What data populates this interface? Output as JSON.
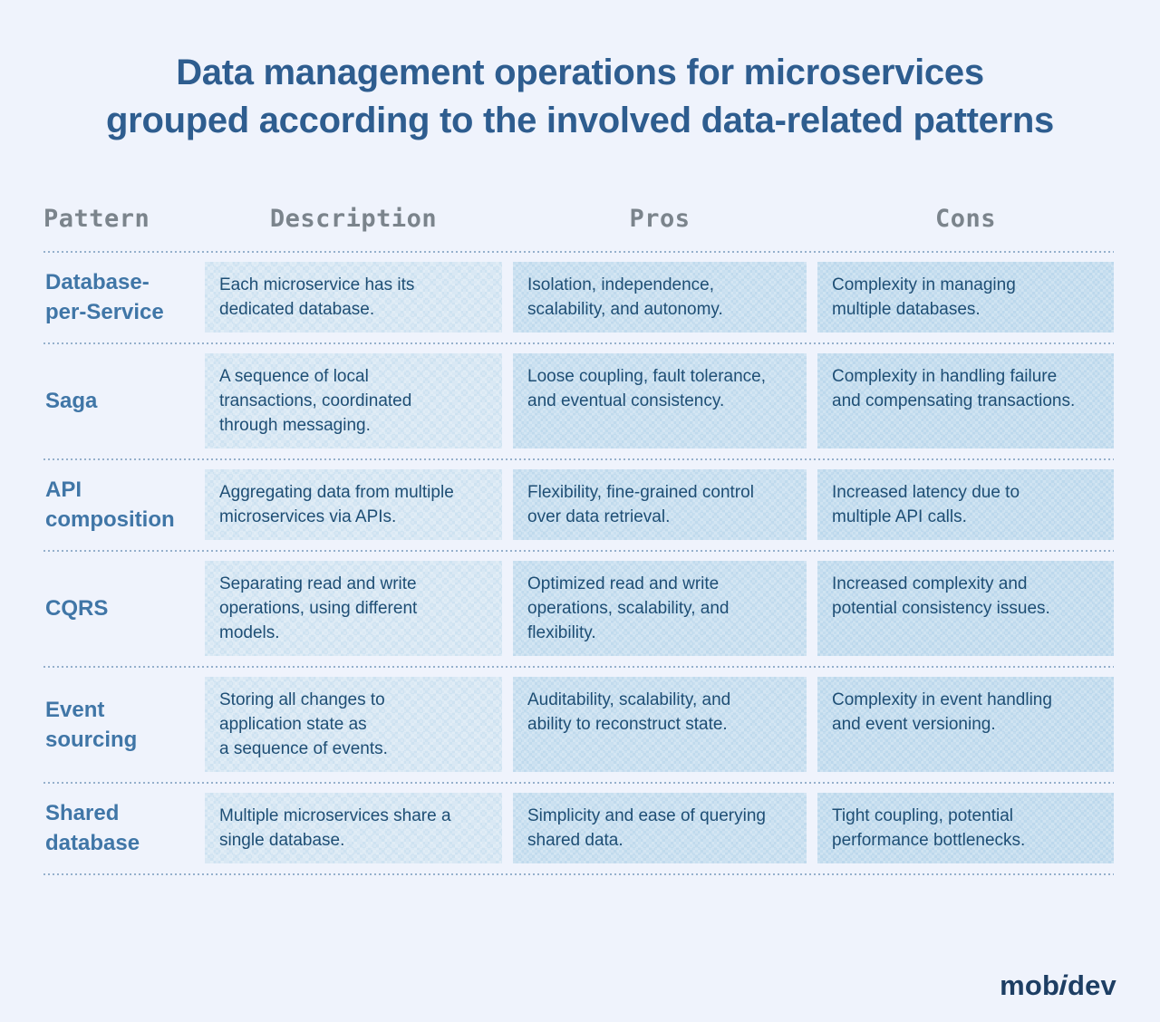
{
  "title": {
    "line1": "Data management operations for microservices",
    "line2": "grouped according to the involved data-related patterns"
  },
  "table": {
    "columns": [
      "Pattern",
      "Description",
      "Pros",
      "Cons"
    ],
    "rows": [
      {
        "pattern": "Database-\nper-Service",
        "description": "Each microservice has its\ndedicated database.",
        "pros": "Isolation, independence,\nscalability, and autonomy.",
        "cons": "Complexity in managing\nmultiple databases."
      },
      {
        "pattern": "Saga",
        "description": "A sequence of local\ntransactions, coordinated\nthrough messaging.",
        "pros": "Loose coupling, fault tolerance,\nand eventual consistency.",
        "cons": "Complexity in handling failure\nand compensating transactions."
      },
      {
        "pattern": "API\ncomposition",
        "description": "Aggregating data from multiple\nmicroservices via APIs.",
        "pros": "Flexibility, fine-grained control\nover data retrieval.",
        "cons": "Increased latency due to\nmultiple API calls."
      },
      {
        "pattern": "CQRS",
        "description": "Separating read and write\noperations, using different\nmodels.",
        "pros": "Optimized read and write\noperations, scalability, and\nflexibility.",
        "cons": "Increased complexity and\npotential consistency issues."
      },
      {
        "pattern": "Event\nsourcing",
        "description": "Storing all changes to\napplication state as\na sequence of events.",
        "pros": "Auditability, scalability, and\nability to reconstruct state.",
        "cons": "Complexity in event handling\nand event versioning."
      },
      {
        "pattern": "Shared\ndatabase",
        "description": "Multiple microservices share a\nsingle database.",
        "pros": "Simplicity and ease of querying\nshared data.",
        "cons": "Tight coupling, potential\nperformance bottlenecks."
      }
    ]
  },
  "logo": {
    "part1": "mob",
    "part2": "i",
    "part3": "dev"
  },
  "colors": {
    "page_background": "#eff3fc",
    "title_text": "#2e5d8f",
    "header_text": "#7b848c",
    "pattern_text": "#4076a7",
    "cell_text": "#1e4e74",
    "description_cell_bg": "#d9e8f4",
    "pros_cell_bg": "#c8dff0",
    "cons_cell_bg": "#c3dcee",
    "separator": "#658cb2",
    "logo_text": "#1d3e63"
  }
}
